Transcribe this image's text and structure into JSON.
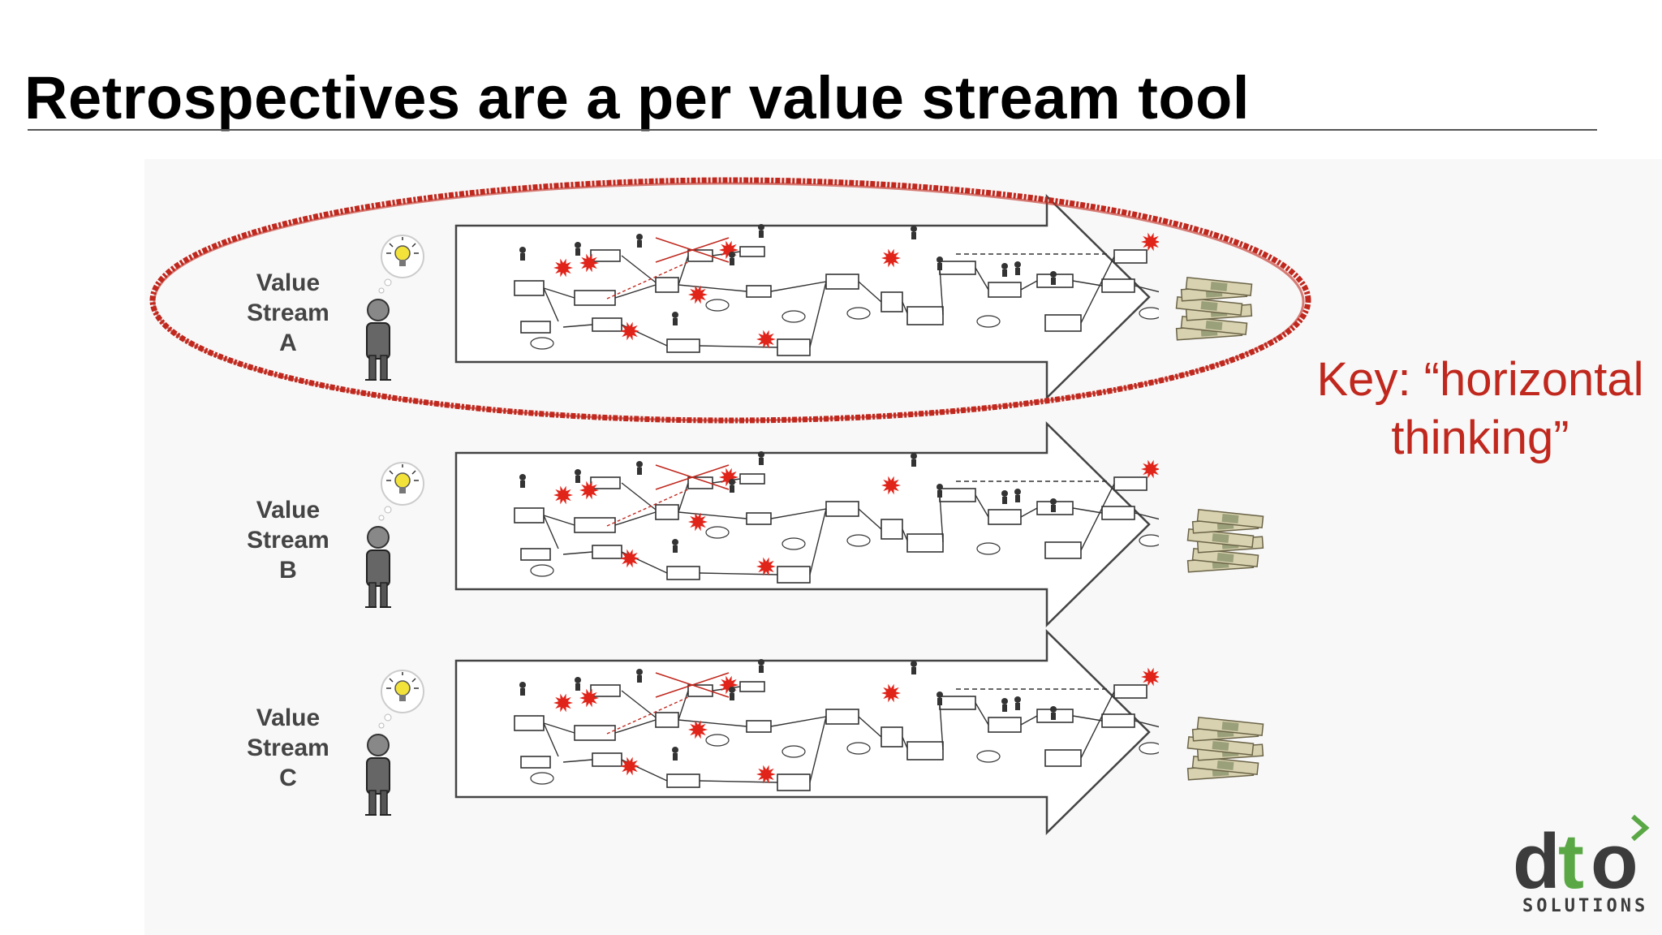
{
  "slide": {
    "title": "Retrospectives are a per value stream tool",
    "key_line1": "Key: “horizontal",
    "key_line2": "thinking”"
  },
  "streams": [
    {
      "line1": "Value",
      "line2": "Stream",
      "line3": "A",
      "highlighted": true
    },
    {
      "line1": "Value",
      "line2": "Stream",
      "line3": "B",
      "highlighted": false
    },
    {
      "line1": "Value",
      "line2": "Stream",
      "line3": "C",
      "highlighted": false
    }
  ],
  "logo": {
    "text": "SOLUTIONS",
    "brand": "dto"
  },
  "colors": {
    "highlight": "#c0281e",
    "logo_green": "#5aa845",
    "logo_gray": "#3c3c3c"
  },
  "icons": [
    "lightbulb-icon",
    "person-icon",
    "money-stack-icon",
    "value-stream-arrow-icon"
  ]
}
